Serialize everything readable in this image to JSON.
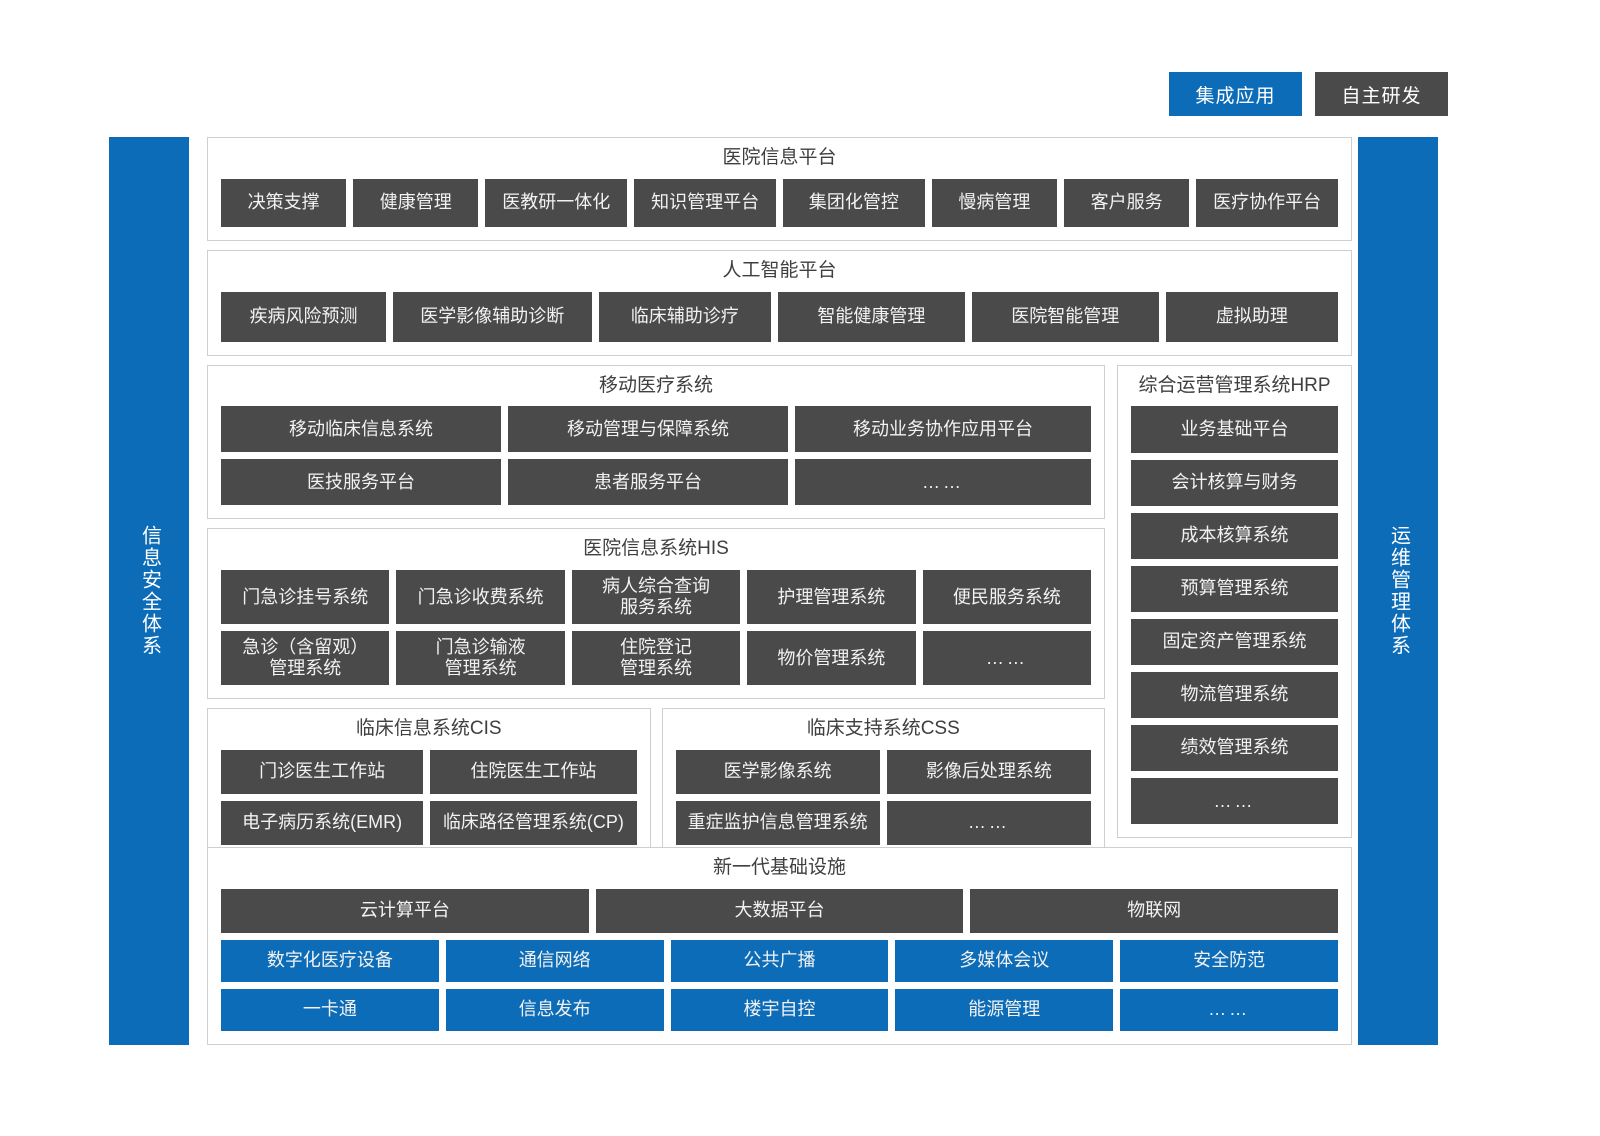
{
  "legend": {
    "integrated": "集成应用",
    "self_developed": "自主研发",
    "colors": {
      "blue": "#0d6cb8",
      "gray": "#4a4a4a"
    }
  },
  "rails": {
    "left": "信息安全体系",
    "right": "运维管理体系"
  },
  "layers": {
    "platform": {
      "title": "医院信息平台",
      "items": [
        "决策支撑",
        "健康管理",
        "医教研一体化",
        "知识管理平台",
        "集团化管控",
        "慢病管理",
        "客户服务",
        "医疗协作平台"
      ]
    },
    "ai": {
      "title": "人工智能平台",
      "items": [
        "疾病风险预测",
        "医学影像辅助诊断",
        "临床辅助诊疗",
        "智能健康管理",
        "医院智能管理",
        "虚拟助理"
      ]
    },
    "mobile": {
      "title": "移动医疗系统",
      "row1": [
        "移动临床信息系统",
        "移动管理与保障系统",
        "移动业务协作应用平台"
      ],
      "row2": [
        "医技服务平台",
        "患者服务平台",
        "……"
      ]
    },
    "his": {
      "title": "医院信息系统HIS",
      "row1": [
        "门急诊挂号系统",
        "门急诊收费系统",
        "病人综合查询\n服务系统",
        "护理管理系统",
        "便民服务系统"
      ],
      "row2": [
        "急诊（含留观）\n管理系统",
        "门急诊输液\n管理系统",
        "住院登记\n管理系统",
        "物价管理系统",
        "……"
      ]
    },
    "cis": {
      "title": "临床信息系统CIS",
      "row1": [
        "门诊医生工作站",
        "住院医生工作站"
      ],
      "row2": [
        "电子病历系统(EMR)",
        "临床路径管理系统(CP)"
      ]
    },
    "css": {
      "title": "临床支持系统CSS",
      "row1": [
        "医学影像系统",
        "影像后处理系统"
      ],
      "row2": [
        "重症监护信息管理系统",
        "……"
      ]
    },
    "hrp": {
      "title": "综合运营管理系统HRP",
      "items": [
        "业务基础平台",
        "会计核算与财务",
        "成本核算系统",
        "预算管理系统",
        "固定资产管理系统",
        "物流管理系统",
        "绩效管理系统",
        "……"
      ]
    },
    "infrastructure": {
      "title": "新一代基础设施",
      "row1": [
        "云计算平台",
        "大数据平台",
        "物联网"
      ],
      "row2": [
        "数字化医疗设备",
        "通信网络",
        "公共广播",
        "多媒体会议",
        "安全防范"
      ],
      "row3": [
        "一卡通",
        "信息发布",
        "楼宇自控",
        "能源管理",
        "……"
      ]
    }
  }
}
